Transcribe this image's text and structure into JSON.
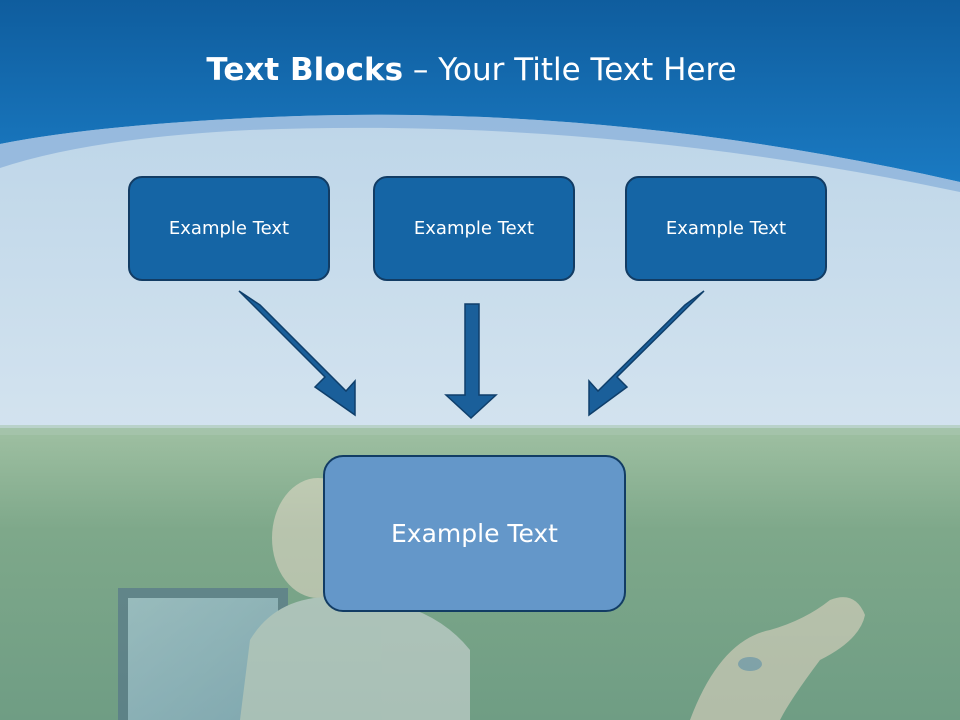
{
  "title": {
    "bold": "Text Blocks",
    "dash": "–",
    "rest": "Your Title Text Here"
  },
  "boxes": {
    "top": [
      "Example Text",
      "Example Text",
      "Example Text"
    ],
    "center": "Example Text"
  },
  "colors": {
    "header_blue": "#1565a5",
    "box_fill": "#1565a5",
    "center_box_fill": "#6497c9",
    "box_border": "#123c64",
    "arrow": "#1a5f9a"
  }
}
